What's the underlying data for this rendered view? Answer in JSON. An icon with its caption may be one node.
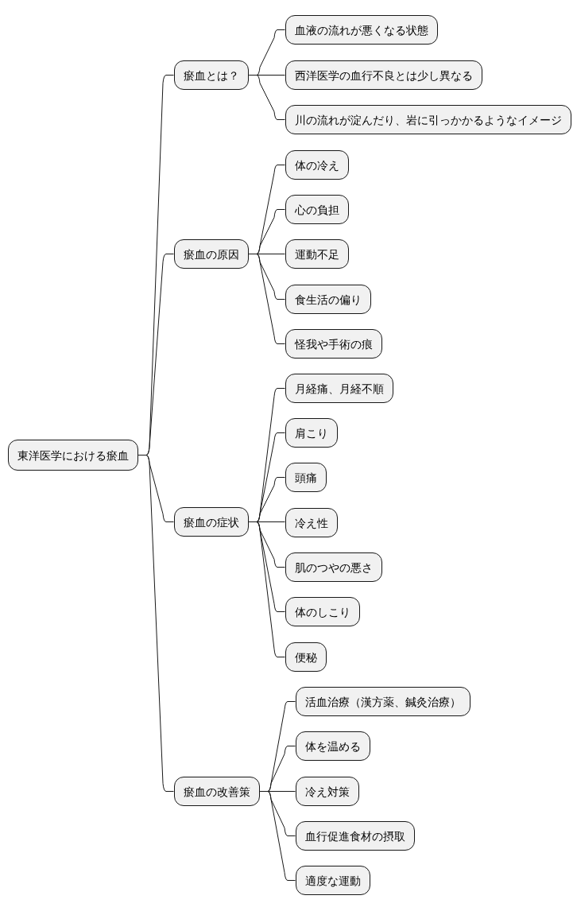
{
  "diagram": {
    "nodes": [
      {
        "text": [
          "東洋医学における瘀血"
        ]
      },
      {
        "text": [
          "瘀血とは？"
        ]
      },
      {
        "text": [
          "血液の流れが悪くなる状態"
        ]
      },
      {
        "text": [
          "西洋医学の血行不良とは少し異なる"
        ]
      },
      {
        "text": [
          "川の流れが淀んだり、岩に引っかかるようなイメージ"
        ]
      },
      {
        "text": [
          "瘀血の原因"
        ]
      },
      {
        "text": [
          "体の冷え"
        ]
      },
      {
        "text": [
          "心の負担"
        ]
      },
      {
        "text": [
          "運動不足"
        ]
      },
      {
        "text": [
          "食生活の偏り"
        ]
      },
      {
        "text": [
          "怪我や手術の痕"
        ]
      },
      {
        "text": [
          "瘀血の症状"
        ]
      },
      {
        "text": [
          "月経痛、月経不順"
        ]
      },
      {
        "text": [
          "肩こり"
        ]
      },
      {
        "text": [
          "頭痛"
        ]
      },
      {
        "text": [
          "冷え性"
        ]
      },
      {
        "text": [
          "肌のつやの悪さ"
        ]
      },
      {
        "text": [
          "体のしこり"
        ]
      },
      {
        "text": [
          "便秘"
        ]
      },
      {
        "text": [
          "瘀血の改善策"
        ]
      },
      {
        "text": [
          "活血治療（漢方薬、鍼灸治療）"
        ]
      },
      {
        "text": [
          "体を温める"
        ]
      },
      {
        "text": [
          "冷え対策"
        ]
      },
      {
        "text": [
          "血行促進食材の摂取"
        ]
      },
      {
        "text": [
          "適度な運動"
        ]
      }
    ],
    "edges": [
      {
        "from": 0,
        "to": 1,
        "arrow": "none"
      },
      {
        "from": 1,
        "to": 2,
        "arrow": "none"
      },
      {
        "from": 1,
        "to": 3,
        "arrow": "none"
      },
      {
        "from": 1,
        "to": 4,
        "arrow": "none"
      },
      {
        "from": 0,
        "to": 5,
        "arrow": "none"
      },
      {
        "from": 5,
        "to": 6,
        "arrow": "none"
      },
      {
        "from": 5,
        "to": 7,
        "arrow": "none"
      },
      {
        "from": 5,
        "to": 8,
        "arrow": "none"
      },
      {
        "from": 5,
        "to": 9,
        "arrow": "none"
      },
      {
        "from": 5,
        "to": 10,
        "arrow": "none"
      },
      {
        "from": 0,
        "to": 11,
        "arrow": "none"
      },
      {
        "from": 11,
        "to": 12,
        "arrow": "none"
      },
      {
        "from": 11,
        "to": 13,
        "arrow": "none"
      },
      {
        "from": 11,
        "to": 14,
        "arrow": "none"
      },
      {
        "from": 11,
        "to": 15,
        "arrow": "none"
      },
      {
        "from": 11,
        "to": 16,
        "arrow": "none"
      },
      {
        "from": 11,
        "to": 17,
        "arrow": "none"
      },
      {
        "from": 11,
        "to": 18,
        "arrow": "none"
      },
      {
        "from": 0,
        "to": 19,
        "arrow": "none"
      },
      {
        "from": 19,
        "to": 20,
        "arrow": "none"
      },
      {
        "from": 19,
        "to": 21,
        "arrow": "none"
      },
      {
        "from": 19,
        "to": 22,
        "arrow": "none"
      },
      {
        "from": 19,
        "to": 23,
        "arrow": "none"
      },
      {
        "from": 19,
        "to": 24,
        "arrow": "none"
      }
    ]
  }
}
